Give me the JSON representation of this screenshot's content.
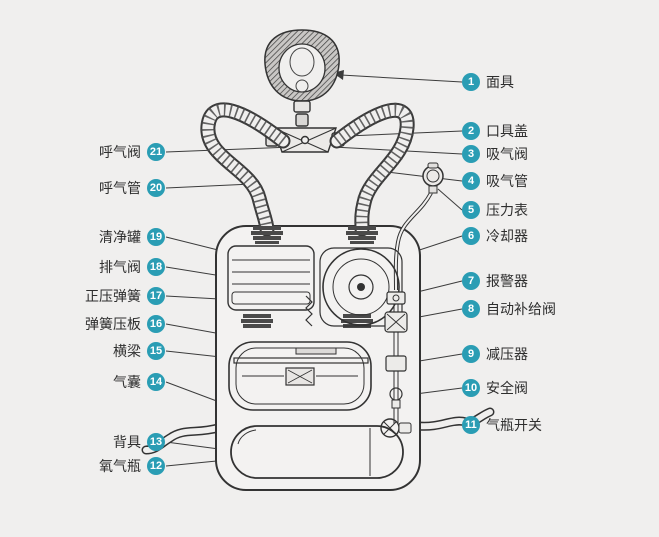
{
  "parts_left": [
    {
      "num": "21",
      "label": "呼气阀"
    },
    {
      "num": "20",
      "label": "呼气管"
    },
    {
      "num": "19",
      "label": "清净罐"
    },
    {
      "num": "18",
      "label": "排气阀"
    },
    {
      "num": "17",
      "label": "正压弹簧"
    },
    {
      "num": "16",
      "label": "弹簧压板"
    },
    {
      "num": "15",
      "label": "横梁"
    },
    {
      "num": "14",
      "label": "气囊"
    },
    {
      "num": "13",
      "label": "背具"
    },
    {
      "num": "12",
      "label": "氧气瓶"
    }
  ],
  "parts_right": [
    {
      "num": "1",
      "label": "面具"
    },
    {
      "num": "2",
      "label": "口具盖"
    },
    {
      "num": "3",
      "label": "吸气阀"
    },
    {
      "num": "4",
      "label": "吸气管"
    },
    {
      "num": "5",
      "label": "压力表"
    },
    {
      "num": "6",
      "label": "冷却器"
    },
    {
      "num": "7",
      "label": "报警器"
    },
    {
      "num": "8",
      "label": "自动补给阀"
    },
    {
      "num": "9",
      "label": "减压器"
    },
    {
      "num": "10",
      "label": "安全阀"
    },
    {
      "num": "11",
      "label": "气瓶开关"
    }
  ],
  "colors": {
    "badge": "#2a9db4",
    "background": "#f0efee",
    "line_art": "#333333"
  }
}
